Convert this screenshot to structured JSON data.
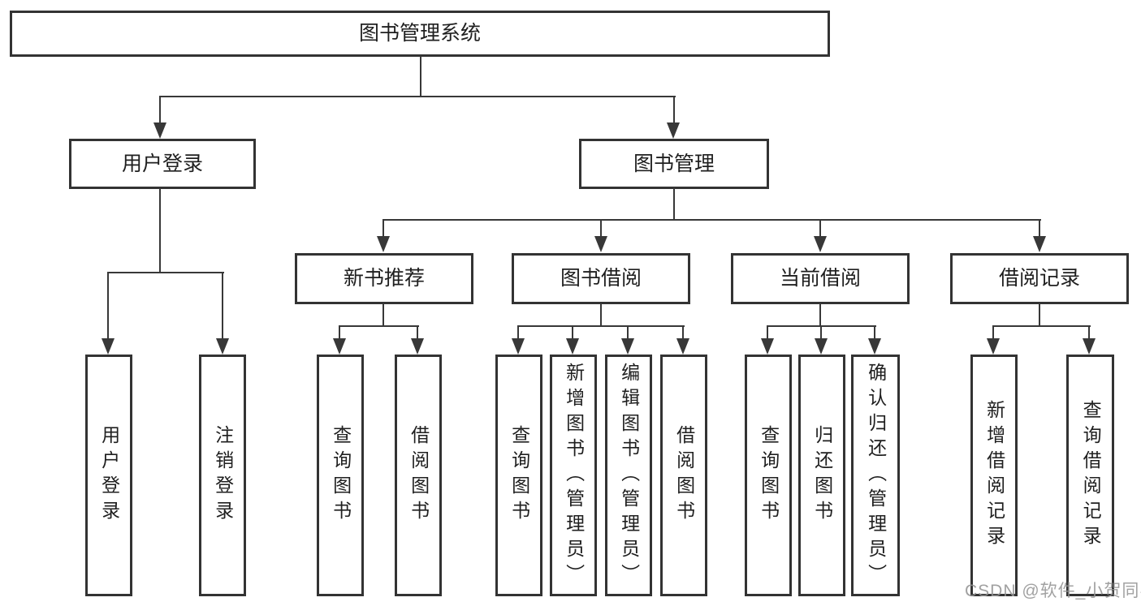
{
  "diagram_type": "function-structure-tree",
  "colors": {
    "background": "#ffffff",
    "box_border": "#333333",
    "connector": "#383838",
    "text": "#1f1f1f",
    "watermark": "#949494"
  },
  "tree": {
    "label": "图书管理系统",
    "children": [
      {
        "label": "用户登录",
        "children": [
          {
            "label": "用户登录"
          },
          {
            "label": "注销登录"
          }
        ]
      },
      {
        "label": "图书管理",
        "children": [
          {
            "label": "新书推荐",
            "children": [
              {
                "label": "查询图书"
              },
              {
                "label": "借阅图书"
              }
            ]
          },
          {
            "label": "图书借阅",
            "children": [
              {
                "label": "查询图书"
              },
              {
                "label": "新增图书（管理员）"
              },
              {
                "label": "编辑图书（管理员）"
              },
              {
                "label": "借阅图书"
              }
            ]
          },
          {
            "label": "当前借阅",
            "children": [
              {
                "label": "查询图书"
              },
              {
                "label": "归还图书"
              },
              {
                "label": "确认归还（管理员）"
              }
            ]
          },
          {
            "label": "借阅记录",
            "children": [
              {
                "label": "新增借阅记录"
              },
              {
                "label": "查询借阅记录"
              }
            ]
          }
        ]
      }
    ]
  },
  "watermark": {
    "text": "CSDN @软件_小贺同学"
  }
}
